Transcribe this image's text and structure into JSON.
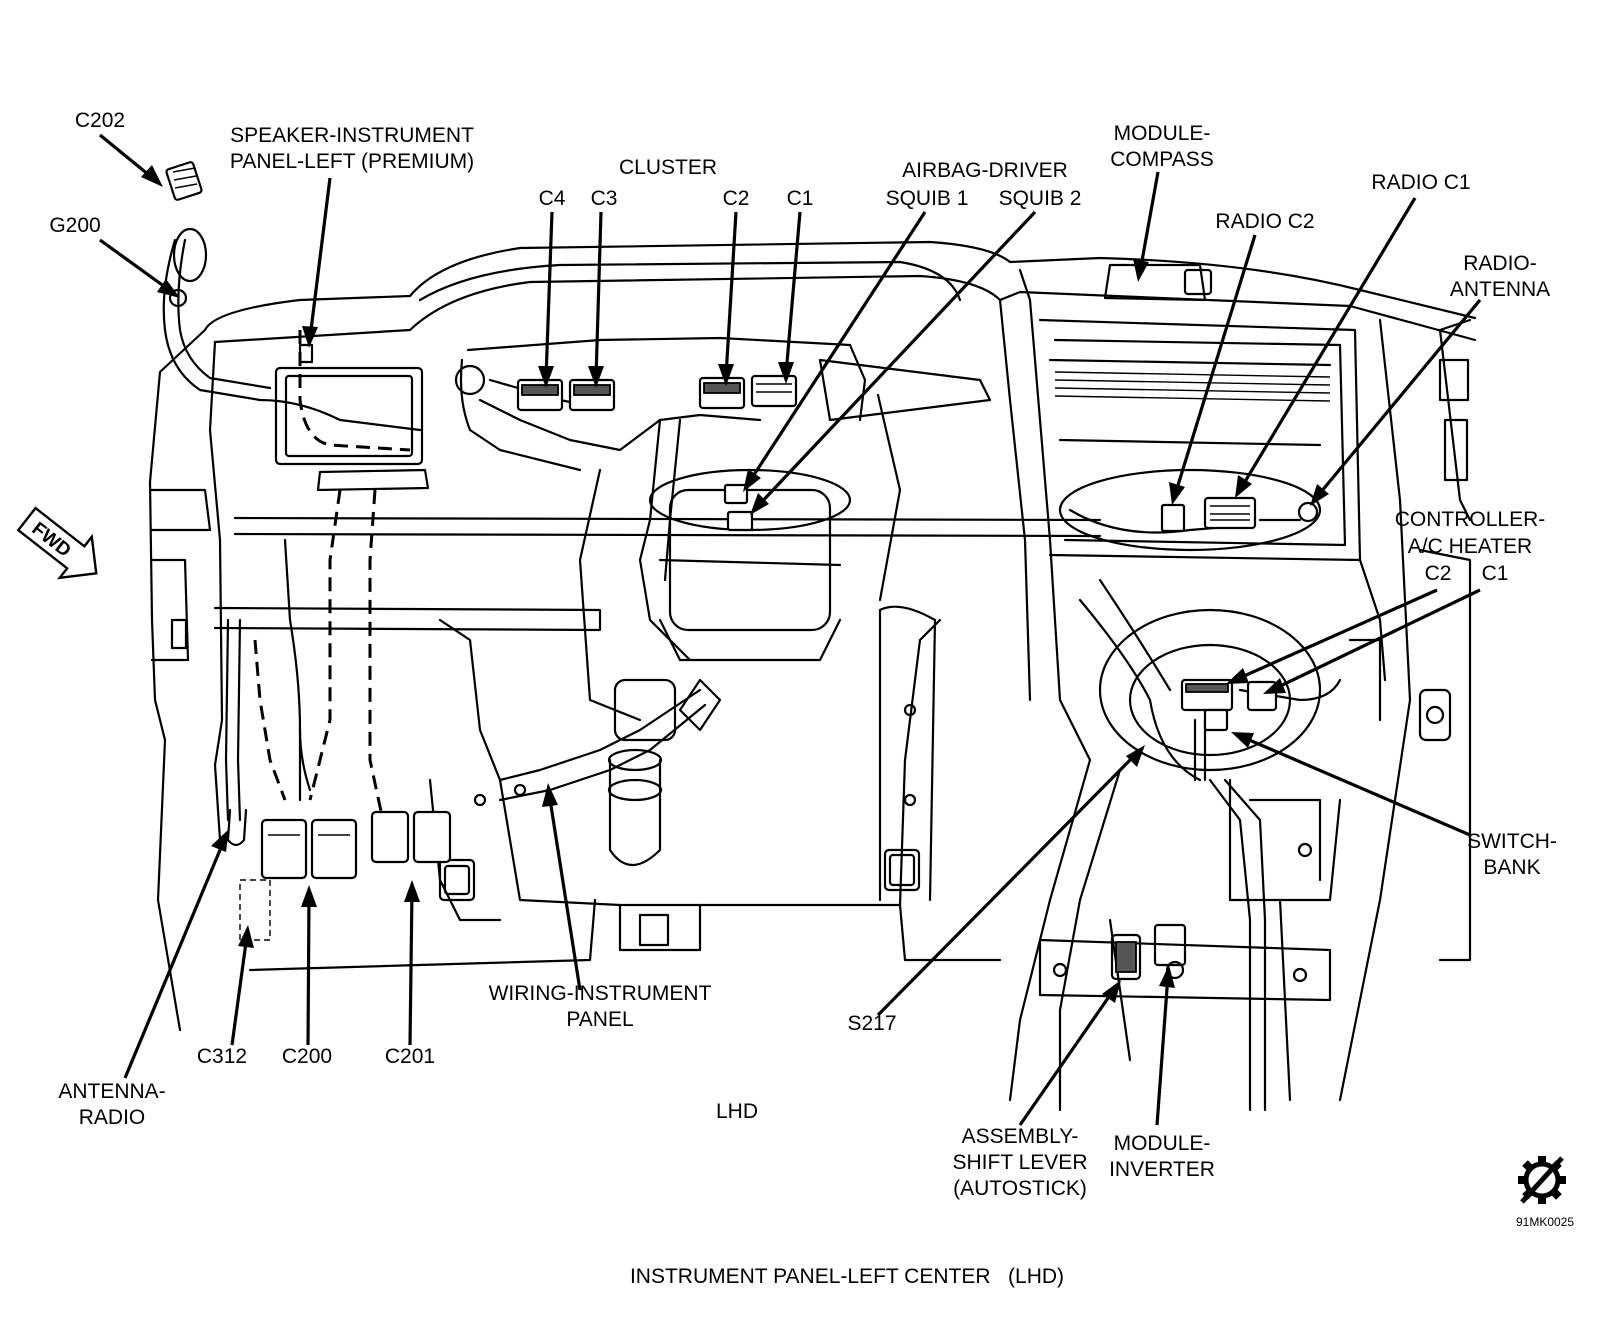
{
  "title": "INSTRUMENT PANEL-LEFT CENTER   (LHD)",
  "view_label": "LHD",
  "figure_code": "91MK0025",
  "fwd_label": "FWD",
  "labels": {
    "c202": "C202",
    "g200": "G200",
    "speaker_1": "SPEAKER-INSTRUMENT",
    "speaker_2": "PANEL-LEFT (PREMIUM)",
    "cluster": "CLUSTER",
    "c4": "C4",
    "c3": "C3",
    "cluster_c2": "C2",
    "cluster_c1": "C1",
    "airbag": "AIRBAG-DRIVER",
    "squib1": "SQUIB 1",
    "squib2": "SQUIB 2",
    "compass_1": "MODULE-",
    "compass_2": "COMPASS",
    "radio_c1": "RADIO C1",
    "radio_c2": "RADIO C2",
    "radio_antenna_1": "RADIO-",
    "radio_antenna_2": "ANTENNA",
    "controller_1": "CONTROLLER-",
    "controller_2": "A/C HEATER",
    "controller_c2": "C2",
    "controller_c1": "C1",
    "switch_bank_1": "SWITCH-",
    "switch_bank_2": "BANK",
    "s217": "S217",
    "wiring_1": "WIRING-INSTRUMENT",
    "wiring_2": "PANEL",
    "c312": "C312",
    "c200": "C200",
    "c201": "C201",
    "antenna_radio_1": "ANTENNA-",
    "antenna_radio_2": "RADIO",
    "shift_1": "ASSEMBLY-",
    "shift_2": "SHIFT LEVER",
    "shift_3": "(AUTOSTICK)",
    "inverter_1": "MODULE-",
    "inverter_2": "INVERTER"
  },
  "icons": {
    "logo": "gear-slash-icon",
    "direction": "fwd-arrow-icon"
  }
}
